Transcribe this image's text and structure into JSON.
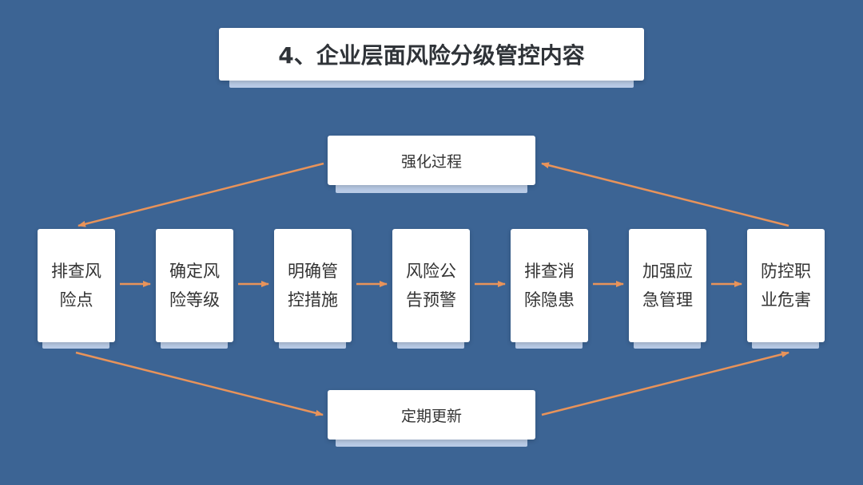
{
  "title": "4、企业层面风险分级管控内容",
  "top_box": {
    "label": "强化过程"
  },
  "bottom_box": {
    "label": "定期更新"
  },
  "steps": [
    {
      "line1": "排查风",
      "line2": "险点"
    },
    {
      "line1": "确定风",
      "line2": "险等级"
    },
    {
      "line1": "明确管",
      "line2": "控措施"
    },
    {
      "line1": "风险公",
      "line2": "告预警"
    },
    {
      "line1": "排查消",
      "line2": "除隐患"
    },
    {
      "line1": "加强应",
      "line2": "急管理"
    },
    {
      "line1": "防控职",
      "line2": "业危害"
    }
  ],
  "colors": {
    "background": "#3c6494",
    "arrow": "#e8935a",
    "card": "#ffffff",
    "card_shadow": "#b9cbe6"
  }
}
